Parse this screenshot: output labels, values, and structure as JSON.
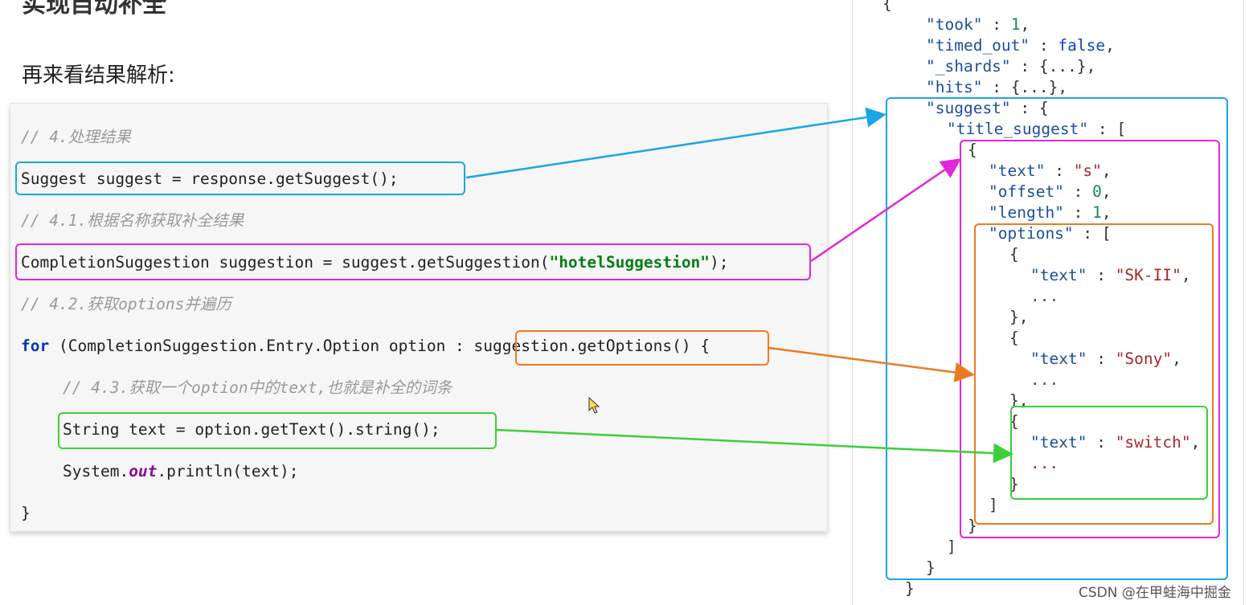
{
  "slide": {
    "top_title_partial": "实现自动补全",
    "heading": "再来看结果解析:"
  },
  "code": {
    "comment_1": "// 4.处理结果",
    "line_suggest": "Suggest suggest = response.getSuggest();",
    "comment_2": "// 4.1.根据名称获取补全结果",
    "line_suggestion_prefix": "CompletionSuggestion suggestion = suggest.getSuggestion(",
    "line_suggestion_arg": "\"hotelSuggestion\"",
    "line_suggestion_suffix": ");",
    "comment_3": "// 4.2.获取options并遍历",
    "for_keyword": "for",
    "for_middle": " (CompletionSuggestion.Entry.Option option : ",
    "for_target": "suggestion.getOptions()",
    "for_end": " {",
    "comment_4": "// 4.3.获取一个option中的text,也就是补全的词条",
    "line_text": "String text = option.getText().string();",
    "line_print_prefix": "System.",
    "line_print_field": "out",
    "line_print_suffix": ".println(text);",
    "closing_brace": "}"
  },
  "json": {
    "open": "{",
    "took_key": "\"took\"",
    "took_val": "1",
    "timed_out_key": "\"timed_out\"",
    "timed_out_val": "false",
    "shards_key": "\"_shards\"",
    "collapsed": "{...}",
    "hits_key": "\"hits\"",
    "suggest_key": "\"suggest\"",
    "title_suggest_key": "\"title_suggest\"",
    "text_key": "\"text\"",
    "text_val": "\"s\"",
    "offset_key": "\"offset\"",
    "offset_val": "0",
    "length_key": "\"length\"",
    "length_val": "1",
    "options_key": "\"options\"",
    "opt1_text": "\"SK-II\"",
    "opt2_text": "\"Sony\"",
    "opt3_text": "\"switch\"",
    "ellipsis": "..."
  },
  "watermark": "CSDN @在甲蛙海中掘金",
  "colors": {
    "blue": "#1aa6e2",
    "magenta": "#e226d9",
    "orange": "#ea7b21",
    "green": "#3ccf3a"
  }
}
